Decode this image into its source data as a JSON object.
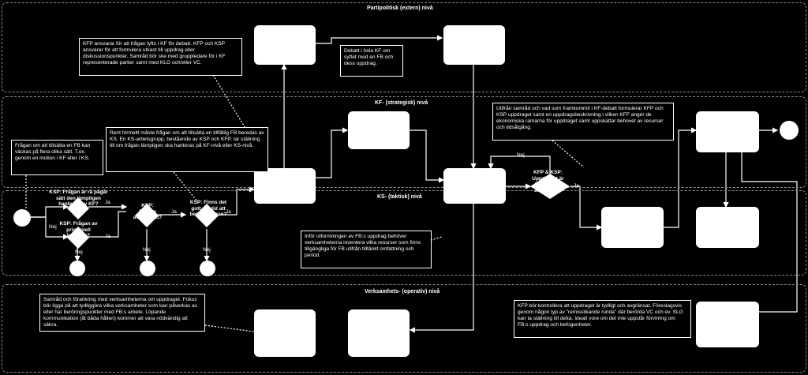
{
  "lanes": {
    "partipolitisk": "Partipolitisk (extern) nivå",
    "kf": "KF- (strategisk) nivå",
    "ks": "KS- (taktisk) nivå",
    "verksamhet": "Verksamhets- (operativ) nivå"
  },
  "notes": {
    "kfp_ansvarar": "KFP ansvarar för att frågan lyfts i KF för debatt. KFP och KSP ansvarar för att formulera utkast till uppdrag eller diskussionspunkter. Samråd bör ske med gruppledare för i KF representerade partier samt med KLG och/eller VC.",
    "debatt": "Debatt i hela KF om syftet med en FB och dess uppdrag.",
    "utifran": "Utifrån samråd och vad som framkommit i KF-debatt formulerar KFP och KSP uppdraget samt en uppdragsbeskrivning i vilken KFF anger de ekonomiska ramarna för uppdraget samt uppskattar behovet av resurser och tidsåtgång.",
    "fragan_om": "Frågan om att tillsätta en FB kan väckas på flera olika sätt. T.ex. genom en motion i KF eller i KS.",
    "rent_formellt": "Rent formellt måste frågan om att tillsätta en tillfällig FB beredas av KS. En KS-arbetsgrupp, bestående av KSP och KFP, tar ställning till om frågan lämpligen ska hanteras på KF-nivå eller KS-nivå.",
    "infor": "Inför utformningen av FB:s uppdrag behöver verksamheterna inventera vilka resurser som finns tillgängliga för FB utifrån tilltänkt omfattning och period.",
    "samrad": "Samråd och förankring med verksamheterna om uppdraget. Fokus bör ligga på att tydliggöra vilka verksamheter som kan påverkas av eller har beröringspunkter med FB:s arbete. Löpande kommunikation (åt båda hållen) kommer att vara nödvändig att säkra.",
    "kfp_bor": "KFP bör kontrollera att uppdraget är tydligt och avgränsat. Föreslagsvis genom någon typ av \"remisslikande runda\" där berörda VC och ev. SLG kan ta ställning till detta. Idealt vore om det inte uppstår förvirring om FB:s uppdrag och befogenheter."
  },
  "decisions": {
    "d1": "KSP: Frågan är rå pågår sätt den lämpligen hanteras av KF?",
    "d2": "KSP: Frågan av principiell karaktär?",
    "d3": "KSP: Frågan avgränsad?",
    "d4": "KSP: Finns det gott om tid att bereda frågan?",
    "d5": "KFP & KSP: Uppdraget är tydligt och avgränsat?"
  },
  "labels": {
    "ja": "Ja",
    "nej": "Nej"
  }
}
